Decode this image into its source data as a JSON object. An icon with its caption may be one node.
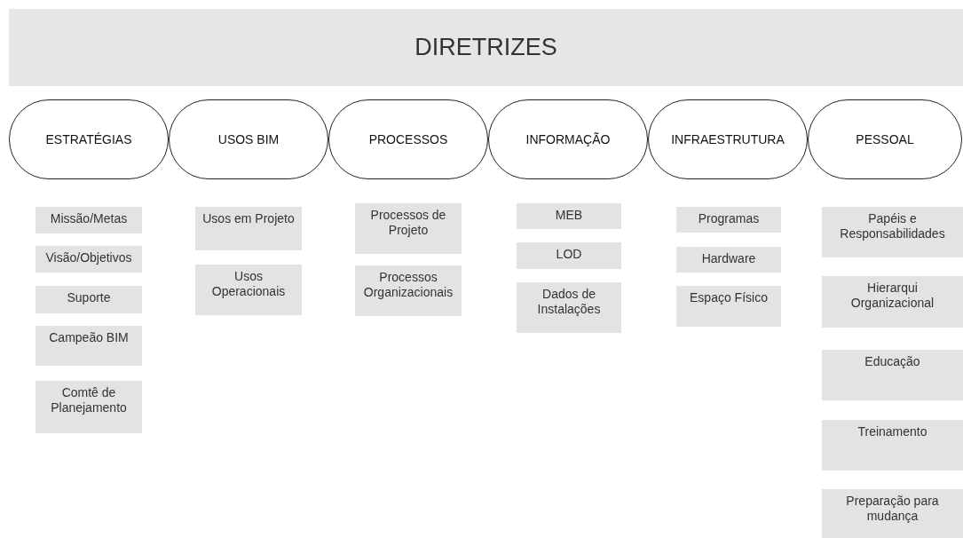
{
  "diagram": {
    "nodes": [
      {
        "text": [
          "DIRETRIZES"
        ]
      },
      {
        "text": [
          "ESTRATÉGIAS"
        ]
      },
      {
        "text": [
          "USOS BIM"
        ]
      },
      {
        "text": [
          "PROCESSOS"
        ]
      },
      {
        "text": [
          "INFORMAÇÃO"
        ]
      },
      {
        "text": [
          "INFRAESTRUTURA"
        ]
      },
      {
        "text": [
          "PESSOAL"
        ]
      },
      {
        "text": [
          "Missão/Metas"
        ]
      },
      {
        "text": [
          "Visão/Objetivos"
        ]
      },
      {
        "text": [
          "Suporte"
        ]
      },
      {
        "text": [
          "Campeão BIM"
        ]
      },
      {
        "text": [
          "Comtê de Planejamento"
        ]
      },
      {
        "text": [
          "Usos em Projeto"
        ]
      },
      {
        "text": [
          "Usos Operacionais"
        ]
      },
      {
        "text": [
          "Processos de Projeto"
        ]
      },
      {
        "text": [
          "Processos Organizacionais"
        ]
      },
      {
        "text": [
          "MEB"
        ]
      },
      {
        "text": [
          "LOD"
        ]
      },
      {
        "text": [
          "Dados de Instalações"
        ]
      },
      {
        "text": [
          "Programas"
        ]
      },
      {
        "text": [
          "Hardware"
        ]
      },
      {
        "text": [
          "Espaço Físico"
        ]
      },
      {
        "text": [
          "Papéis e Responsabilidades"
        ]
      },
      {
        "text": [
          "Hierarqui Organizacional"
        ]
      },
      {
        "text": [
          "Educação"
        ]
      },
      {
        "text": [
          "Treinamento"
        ]
      },
      {
        "text": [
          "Preparação para mudança"
        ]
      }
    ]
  }
}
